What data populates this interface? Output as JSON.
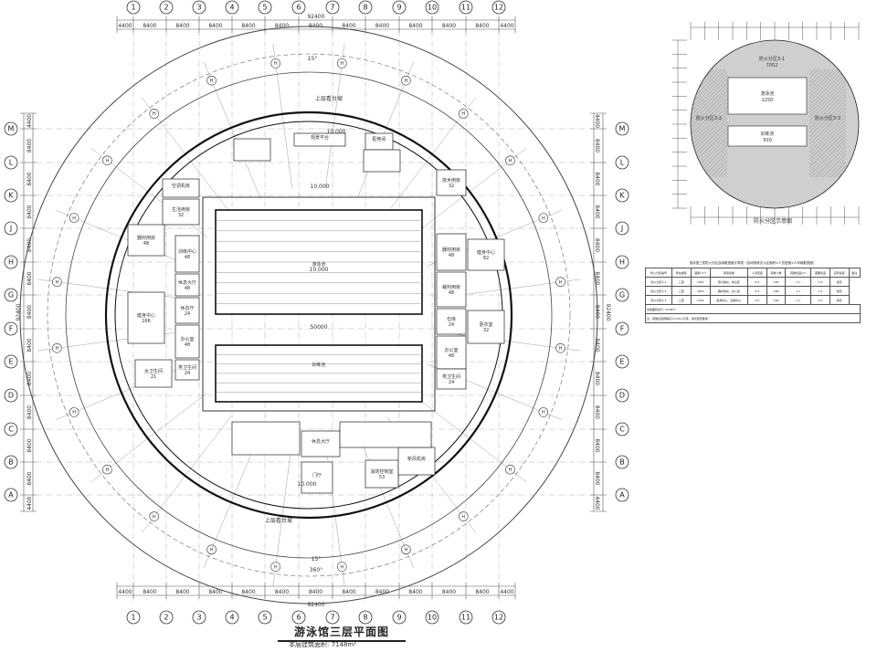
{
  "plan": {
    "title": "游泳馆三层平面图",
    "area_label": "本层建筑面积: 7148m²",
    "columns": [
      "1",
      "2",
      "3",
      "4",
      "5",
      "6",
      "7",
      "8",
      "9",
      "10",
      "11",
      "12"
    ],
    "rows": [
      "M",
      "L",
      "K",
      "J",
      "H",
      "G",
      "F",
      "E",
      "D",
      "C",
      "B",
      "A"
    ],
    "top_overall_dim": "92400",
    "side_overall_dim": "92400",
    "bay_dim": "8400",
    "end_dim": "4400",
    "angle_label": "15°",
    "angle_total": "360°",
    "ramp_label_top": "上层看台坡",
    "ramp_label_bottom": "上层看台坡",
    "level_labels": [
      "10.000",
      "10.000",
      "10.000",
      "10.000"
    ],
    "pool_main": "游泳池",
    "pool_training": "训练池",
    "pool_width_dim": "50000",
    "rooms_left": [
      {
        "name": "空调机房",
        "num": ""
      },
      {
        "name": "生活用房",
        "num": "32"
      },
      {
        "name": "器材用房",
        "num": "48"
      },
      {
        "name": "健身中心",
        "num": "166"
      },
      {
        "name": "训练中心",
        "num": "48"
      },
      {
        "name": "休息大厅",
        "num": "48"
      },
      {
        "name": "休息厅",
        "num": "24"
      },
      {
        "name": "办公室",
        "num": "48"
      },
      {
        "name": "男卫生间",
        "num": "24"
      },
      {
        "name": "女卫生间",
        "num": "21"
      }
    ],
    "rooms_right": [
      {
        "name": "技术用房",
        "num": "32"
      },
      {
        "name": "器材用房",
        "num": "48"
      },
      {
        "name": "健身中心",
        "num": "82"
      },
      {
        "name": "裁判用房",
        "num": "48"
      },
      {
        "name": "仓库",
        "num": "24"
      },
      {
        "name": "办公室",
        "num": "48"
      },
      {
        "name": "更衣室",
        "num": "32"
      },
      {
        "name": "男卫生间",
        "num": "24"
      }
    ],
    "rooms_bottom": [
      {
        "name": "休息大厅",
        "num": ""
      },
      {
        "name": "门厅",
        "num": ""
      },
      {
        "name": "消防控制室",
        "num": "53"
      },
      {
        "name": "新风机房",
        "num": ""
      }
    ],
    "rooms_top": [
      {
        "name": "观景平台",
        "num": ""
      },
      {
        "name": "配电间",
        "num": ""
      }
    ]
  },
  "zoning_diagram": {
    "title": "防火分区示意图",
    "zones": [
      {
        "name": "防火分区3-1",
        "num": "7052"
      },
      {
        "name": "游泳池",
        "num": "1250"
      },
      {
        "name": "训练池",
        "num": "500"
      },
      {
        "name": "防火分区3-2",
        "num": ""
      },
      {
        "name": "防火分区3-3",
        "num": ""
      }
    ]
  },
  "fire_table": {
    "title": "游泳馆三层防火分区及疏散宽度计算表（自动喷淋灭火区面积×人员密度×人均疏散宽度）",
    "headers": [
      "防火分区编号",
      "所在楼层",
      "面积(m²)",
      "使用功能",
      "人员密度",
      "疏散人数",
      "疏散宽度(m)",
      "需要宽度",
      "实际宽度",
      "备注"
    ],
    "rows": [
      [
        "防火分区3-1",
        "三层",
        "7052",
        "观众看台、休息区",
        "0.5",
        "428",
        "1.1",
        "3.3",
        "满足"
      ],
      [
        "防火分区3-2",
        "三层",
        "3052",
        "器材用房、办公室",
        "0.5",
        "438",
        "1.1",
        "3.3",
        "满足"
      ],
      [
        "防火分区3-3",
        "三层",
        "1000",
        "健身中心、训练中心",
        "0.5",
        "100",
        "1.1",
        "3.3",
        "满足"
      ]
    ],
    "total": "本层面积合计: 7148m²",
    "note": "注：疏散宽度按每百人0.65m计算，满足规范要求。"
  }
}
